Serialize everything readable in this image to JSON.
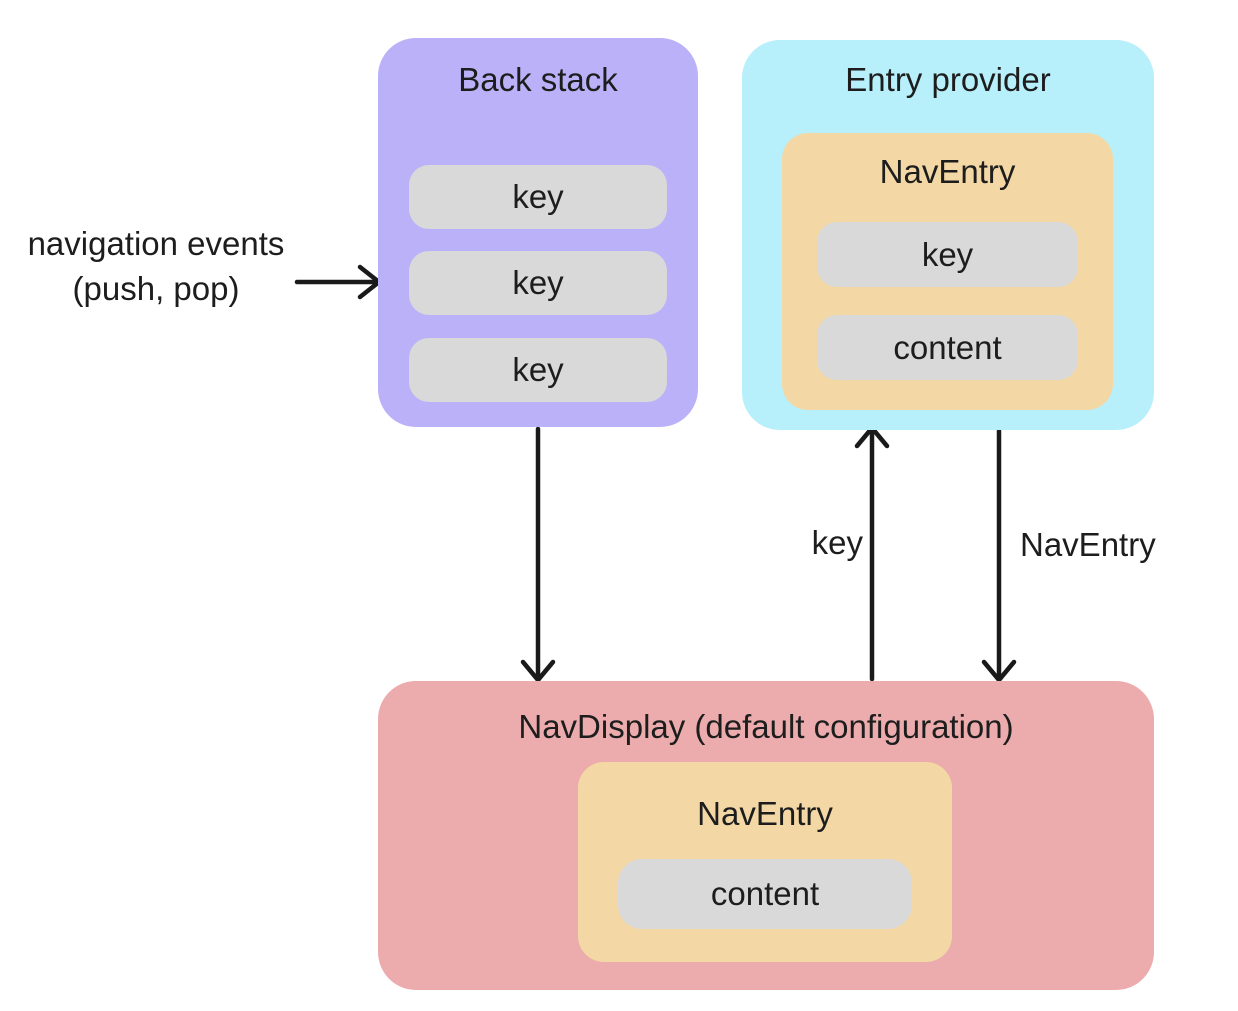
{
  "diagram": {
    "back_stack": {
      "title": "Back stack",
      "keys": [
        "key",
        "key",
        "key"
      ]
    },
    "entry_provider": {
      "title": "Entry provider",
      "nav_entry": {
        "title": "NavEntry",
        "key_label": "key",
        "content_label": "content"
      }
    },
    "nav_display": {
      "title": "NavDisplay (default configuration)",
      "nav_entry": {
        "title": "NavEntry",
        "content_label": "content"
      }
    },
    "annotations": {
      "navigation_events_line1": "navigation events",
      "navigation_events_line2": "(push, pop)",
      "key_arrow_label": "key",
      "nav_entry_arrow_label": "NavEntry"
    },
    "colors": {
      "back_stack_fill": "#bbb1f9",
      "entry_provider_fill": "#b7effb",
      "nav_entry_fill": "#f3d8a6",
      "nav_display_fill": "#ecacad",
      "pill_fill": "#d9d9d9",
      "arrow_stroke": "#1a1a1a",
      "text": "#1d1d1d"
    }
  }
}
